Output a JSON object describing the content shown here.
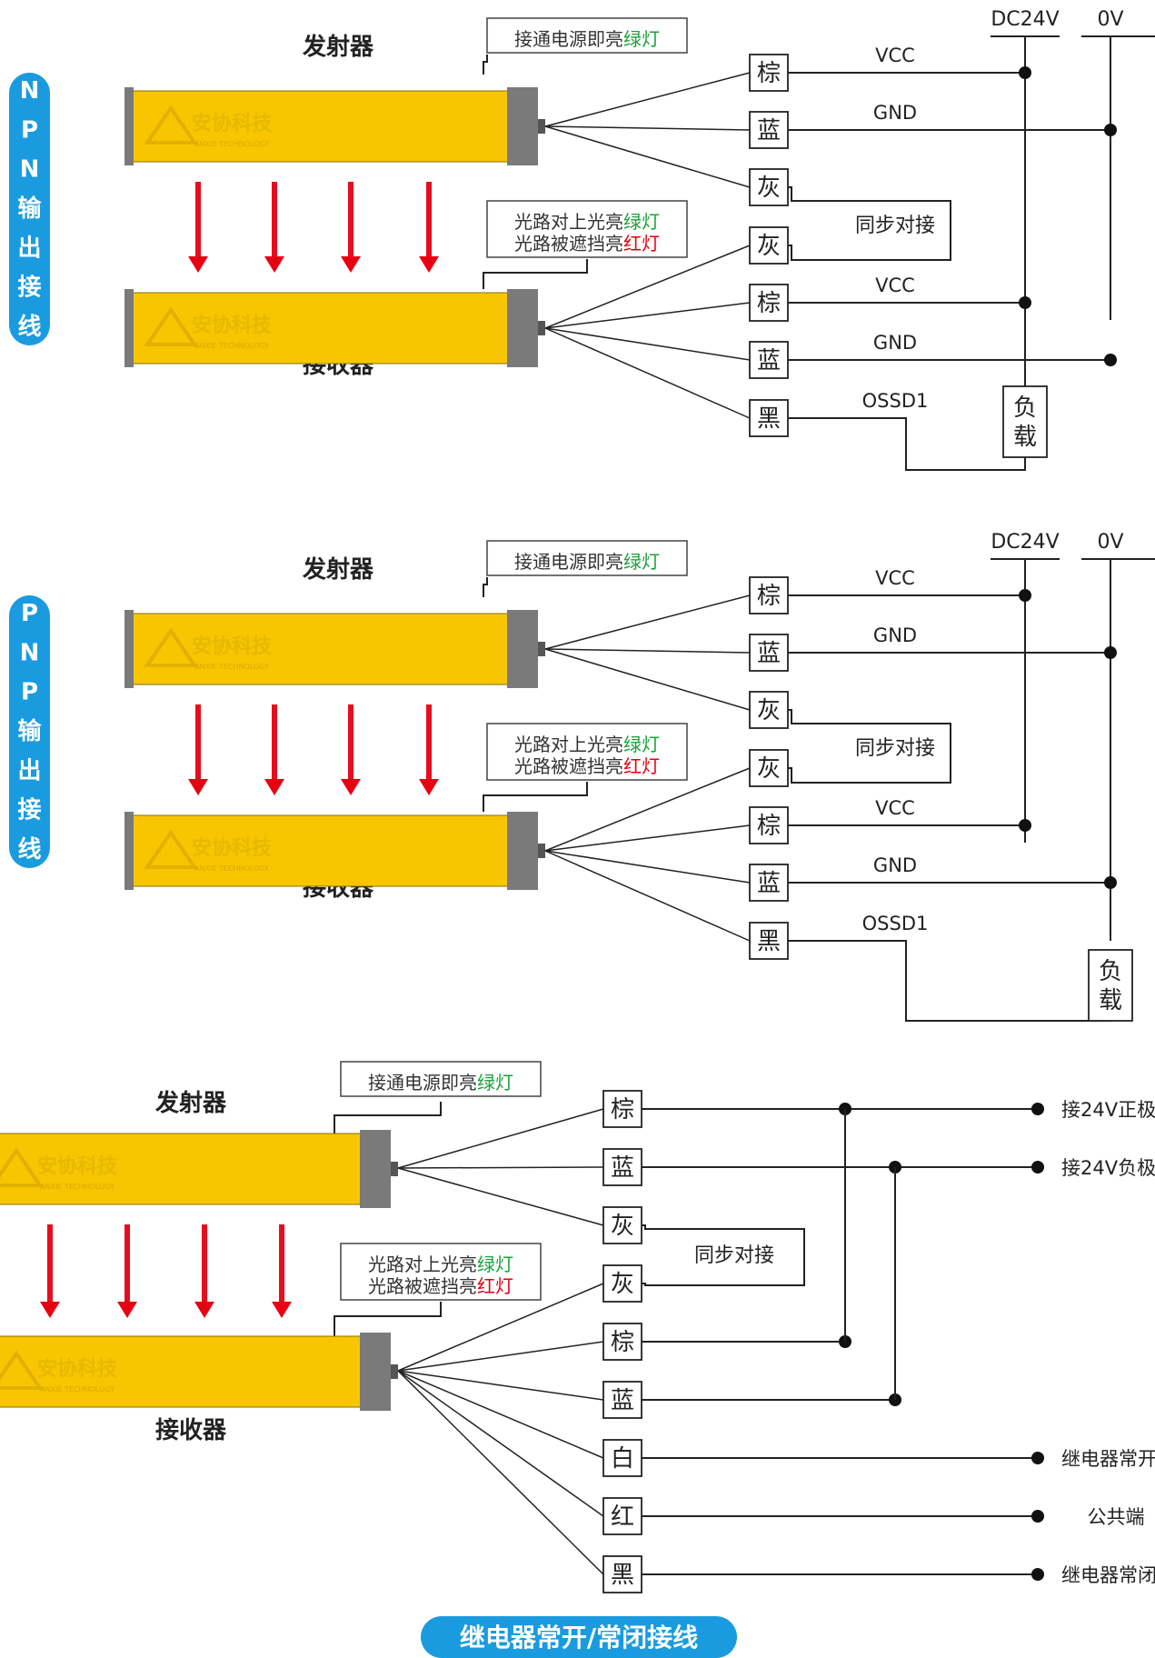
{
  "sections": [
    {
      "side_label": "NPN输出接线",
      "emitter": {
        "title": "发射器",
        "note": [
          "接通电源即亮",
          "绿灯"
        ]
      },
      "receiver": {
        "title": "接收器",
        "note_line1": [
          "光路对上光亮",
          "绿灯"
        ],
        "note_line2": [
          "光路被遮挡亮",
          "红灯"
        ]
      },
      "brand": {
        "cn": "安协科技",
        "en": "ANXIE TECHNOLOGY"
      },
      "rails": [
        "DC24V",
        "0V"
      ],
      "wires": [
        {
          "color": "棕",
          "signal": "VCC"
        },
        {
          "color": "蓝",
          "signal": "GND"
        },
        {
          "color": "灰",
          "signal": ""
        },
        {
          "color": "灰",
          "signal": ""
        },
        {
          "color": "棕",
          "signal": "VCC"
        },
        {
          "color": "蓝",
          "signal": "GND"
        },
        {
          "color": "黑",
          "signal": "OSSD1"
        }
      ],
      "sync_label": "同步对接",
      "load_label": [
        "负",
        "载"
      ]
    },
    {
      "side_label": "PNP输出接线",
      "emitter": {
        "title": "发射器",
        "note": [
          "接通电源即亮",
          "绿灯"
        ]
      },
      "receiver": {
        "title": "接收器",
        "note_line1": [
          "光路对上光亮",
          "绿灯"
        ],
        "note_line2": [
          "光路被遮挡亮",
          "红灯"
        ]
      },
      "brand": {
        "cn": "安协科技",
        "en": "ANXIE TECHNOLOGY"
      },
      "rails": [
        "DC24V",
        "0V"
      ],
      "wires": [
        {
          "color": "棕",
          "signal": "VCC"
        },
        {
          "color": "蓝",
          "signal": "GND"
        },
        {
          "color": "灰",
          "signal": ""
        },
        {
          "color": "灰",
          "signal": ""
        },
        {
          "color": "棕",
          "signal": "VCC"
        },
        {
          "color": "蓝",
          "signal": "GND"
        },
        {
          "color": "黑",
          "signal": "OSSD1"
        }
      ],
      "sync_label": "同步对接",
      "load_label": [
        "负",
        "载"
      ]
    },
    {
      "side_label": "继电器常开/常闭接线",
      "emitter": {
        "title": "发射器",
        "note": [
          "接通电源即亮",
          "绿灯"
        ]
      },
      "receiver": {
        "title": "接收器",
        "note_line1": [
          "光路对上光亮",
          "绿灯"
        ],
        "note_line2": [
          "光路被遮挡亮",
          "红灯"
        ]
      },
      "brand": {
        "cn": "安协科技",
        "en": "ANXIE TECHNOLOGY"
      },
      "wires": [
        {
          "color": "棕",
          "terminal": "接24V正极"
        },
        {
          "color": "蓝",
          "terminal": "接24V负极"
        },
        {
          "color": "灰",
          "terminal": ""
        },
        {
          "color": "灰",
          "terminal": ""
        },
        {
          "color": "棕",
          "terminal": ""
        },
        {
          "color": "蓝",
          "terminal": ""
        },
        {
          "color": "白",
          "terminal": "继电器常开"
        },
        {
          "color": "红",
          "terminal": "公共端"
        },
        {
          "color": "黑",
          "terminal": "继电器常闭"
        }
      ],
      "sync_label": "同步对接"
    }
  ],
  "colors": {
    "bar": "#f7c600",
    "bar_end": "#7a7a7a",
    "arrow": "#e60012",
    "pill": "#1a9be0",
    "green_text": "#1aa13a",
    "red_text": "#e60012",
    "line": "#222222"
  }
}
